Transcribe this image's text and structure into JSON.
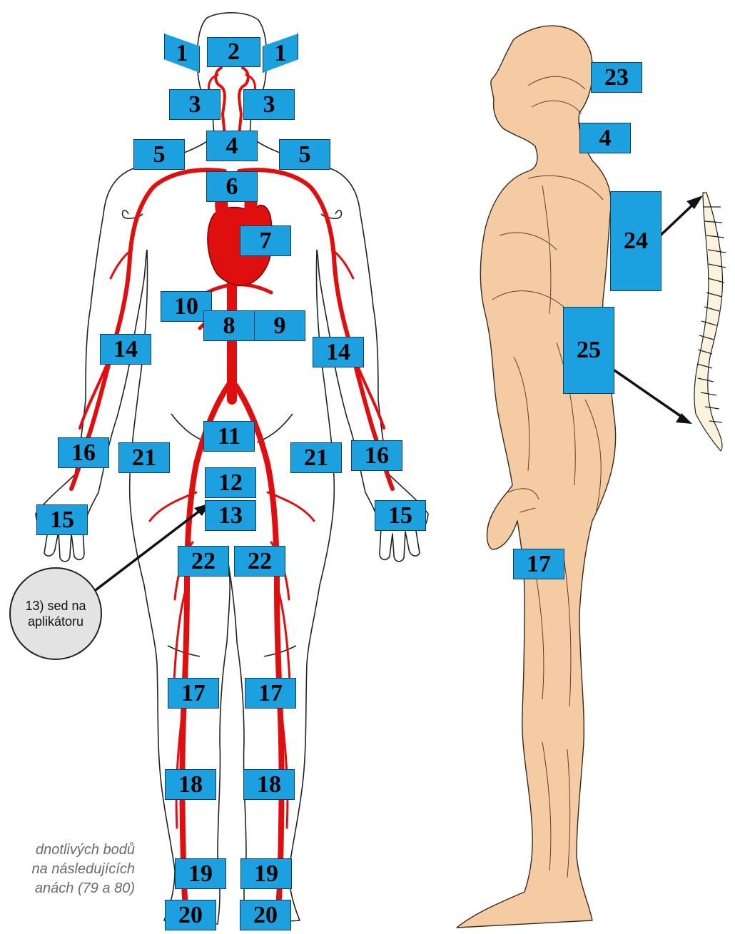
{
  "labels": {
    "l1_left": "1",
    "l1_right": "1",
    "l2": "2",
    "l3_left": "3",
    "l3_right": "3",
    "l4_front": "4",
    "l5_left": "5",
    "l5_right": "5",
    "l6": "6",
    "l7": "7",
    "l8": "8",
    "l9": "9",
    "l10": "10",
    "l11": "11",
    "l12": "12",
    "l13": "13",
    "l14_left": "14",
    "l14_right": "14",
    "l15_left": "15",
    "l15_right": "15",
    "l16_left": "16",
    "l16_right": "16",
    "l17_left": "17",
    "l17_right": "17",
    "l18_left": "18",
    "l18_right": "18",
    "l19_left": "19",
    "l19_right": "19",
    "l20_left": "20",
    "l20_right": "20",
    "l21_left": "21",
    "l21_right": "21",
    "l22_left": "22",
    "l22_right": "22",
    "l23": "23",
    "l4_side": "4",
    "l24": "24",
    "l25": "25",
    "l17_side": "17"
  },
  "callout": {
    "line1": "13) sed na",
    "line2": "aplikátoru"
  },
  "note": {
    "line1": "dnotlivých bodů",
    "line2": "na následujících",
    "line3": "anách (79 a 80)"
  },
  "colors": {
    "label_fill": "#1ca0e0",
    "artery": "#e00f0f",
    "skin": "#f5cba4",
    "outline": "#1a1a1a"
  }
}
